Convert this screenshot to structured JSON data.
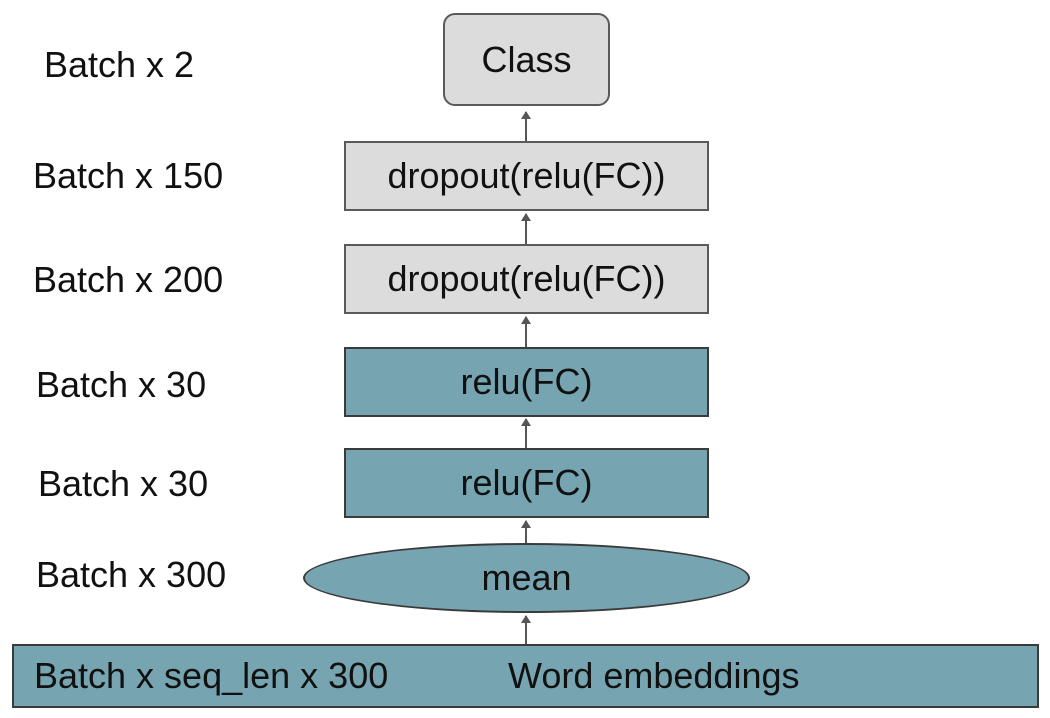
{
  "diagram": {
    "layers": [
      {
        "dim": "Batch x 2",
        "label": "Class"
      },
      {
        "dim": "Batch x 150",
        "label": "dropout(relu(FC))"
      },
      {
        "dim": "Batch x 200",
        "label": "dropout(relu(FC))"
      },
      {
        "dim": "Batch x 30",
        "label": "relu(FC)"
      },
      {
        "dim": "Batch x 30",
        "label": "relu(FC)"
      },
      {
        "dim": "Batch x 300",
        "label": "mean"
      }
    ],
    "input": {
      "dim": "Batch x seq_len x 300",
      "label": "Word embeddings"
    }
  },
  "colors": {
    "gray_fill": "#dcdcdc",
    "teal_fill": "#76a5b1",
    "arrow": "#555555"
  }
}
